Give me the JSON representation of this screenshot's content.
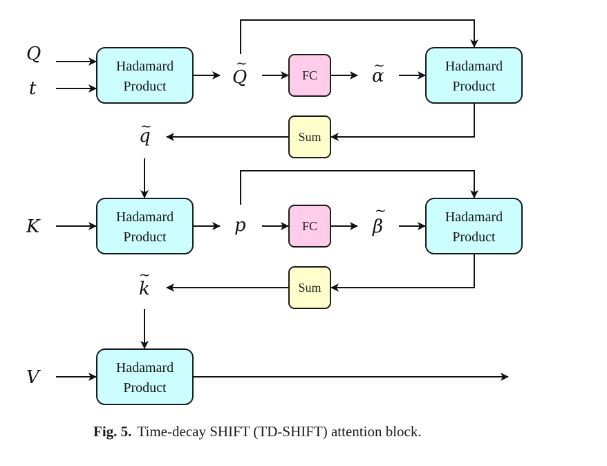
{
  "diagram": {
    "colors": {
      "hadamard": "#ccfdff",
      "fc": "#ffcce9",
      "sum": "#ffffcc",
      "stroke": "#1a1a1a"
    },
    "hadamard_label_line1": "Hadamard",
    "hadamard_label_line2": "Product",
    "fc_label": "FC",
    "sum_label": "Sum",
    "inputs": {
      "Q": "Q",
      "t": "t",
      "K": "K",
      "V": "V"
    },
    "variables": {
      "Q_tilde": "Q",
      "alpha_tilde": "α",
      "q_tilde": "q",
      "p": "p",
      "beta_tilde": "β",
      "k_tilde": "k",
      "tilde": "~"
    }
  },
  "caption": {
    "label": "Fig. 5.",
    "text": "Time-decay SHIFT (TD-SHIFT) attention block."
  }
}
